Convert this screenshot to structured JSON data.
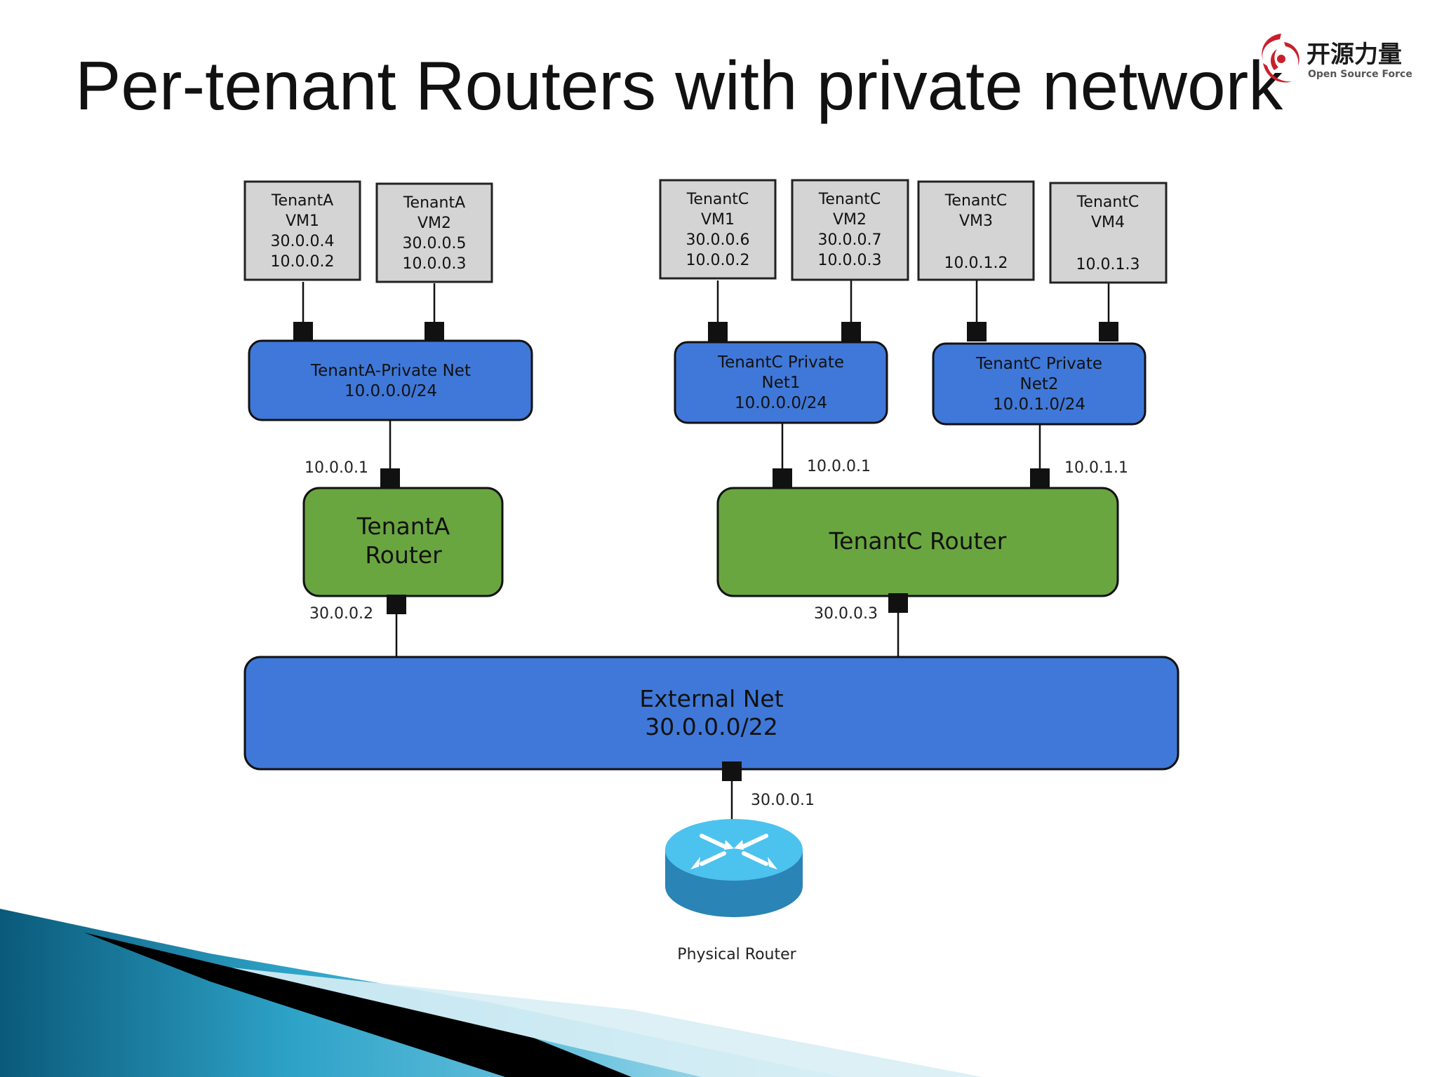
{
  "title": "Per-tenant Routers with private network",
  "logo": {
    "cn": "开源力量",
    "en": "Open Source Force"
  },
  "vms": [
    {
      "lines": [
        "TenantA",
        "VM1",
        "30.0.0.4",
        "10.0.0.2"
      ]
    },
    {
      "lines": [
        "TenantA",
        "VM2",
        "30.0.0.5",
        "10.0.0.3"
      ]
    },
    {
      "lines": [
        "TenantC",
        "VM1",
        "30.0.0.6",
        "10.0.0.2"
      ]
    },
    {
      "lines": [
        "TenantC",
        "VM2",
        "30.0.0.7",
        "10.0.0.3"
      ]
    },
    {
      "lines": [
        "TenantC",
        "VM3",
        "",
        "10.0.1.2"
      ]
    },
    {
      "lines": [
        "TenantC",
        "VM4",
        "",
        "10.0.1.3"
      ]
    }
  ],
  "nets": [
    {
      "lines": [
        "TenantA-Private Net",
        "10.0.0.0/24"
      ]
    },
    {
      "lines": [
        "TenantC Private",
        "Net1",
        "10.0.0.0/24"
      ]
    },
    {
      "lines": [
        "TenantC Private",
        "Net2",
        "10.0.1.0/24"
      ]
    }
  ],
  "routers": [
    {
      "lines": [
        "TenantA",
        "Router"
      ]
    },
    {
      "lines": [
        "TenantC Router"
      ]
    }
  ],
  "external_net": {
    "lines": [
      "External Net",
      "30.0.0.0/22"
    ]
  },
  "ips": {
    "a_private": "10.0.0.1",
    "c_net1": "10.0.0.1",
    "c_net2": "10.0.1.1",
    "a_external": "30.0.0.2",
    "c_external": "30.0.0.3",
    "physical": "30.0.0.1"
  },
  "physical_router_label": "Physical Router",
  "colors": {
    "vm_fill": "#d4d4d4",
    "net_fill": "#3f78d8",
    "router_fill": "#6aa640",
    "port": "#111111"
  }
}
